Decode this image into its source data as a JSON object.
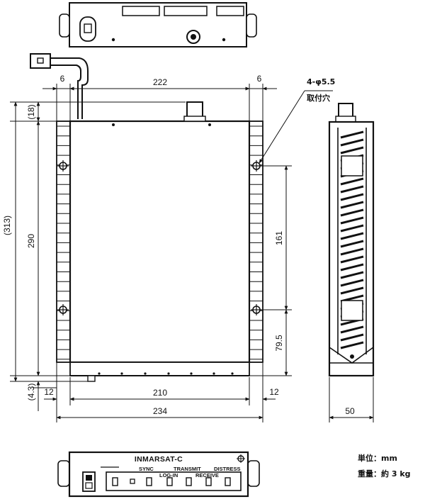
{
  "dimensions": {
    "top_left_flange": "6",
    "top_width": "222",
    "top_right_flange": "6",
    "mount_holes": "4-φ5.5",
    "mount_holes_label": "取付穴",
    "top_offset": "(18)",
    "overall_height": "(313)",
    "body_height": "290",
    "hole_spacing_v": "161",
    "hole_to_bottom": "79.5",
    "bottom_offset": "(4.3)",
    "bottom_left": "12",
    "bottom_inner": "210",
    "bottom_right": "12",
    "overall_width": "234",
    "depth": "50"
  },
  "front_panel": {
    "brand": "INMARSAT-C",
    "indicators": {
      "sync": "SYNC",
      "transmit": "TRANSMIT",
      "distress": "DISTRESS",
      "log_in": "LOG-IN",
      "receive": "RECEIVE"
    }
  },
  "notes": {
    "unit_label": "単位：mm",
    "weight_label": "重量：約 3 kg"
  }
}
